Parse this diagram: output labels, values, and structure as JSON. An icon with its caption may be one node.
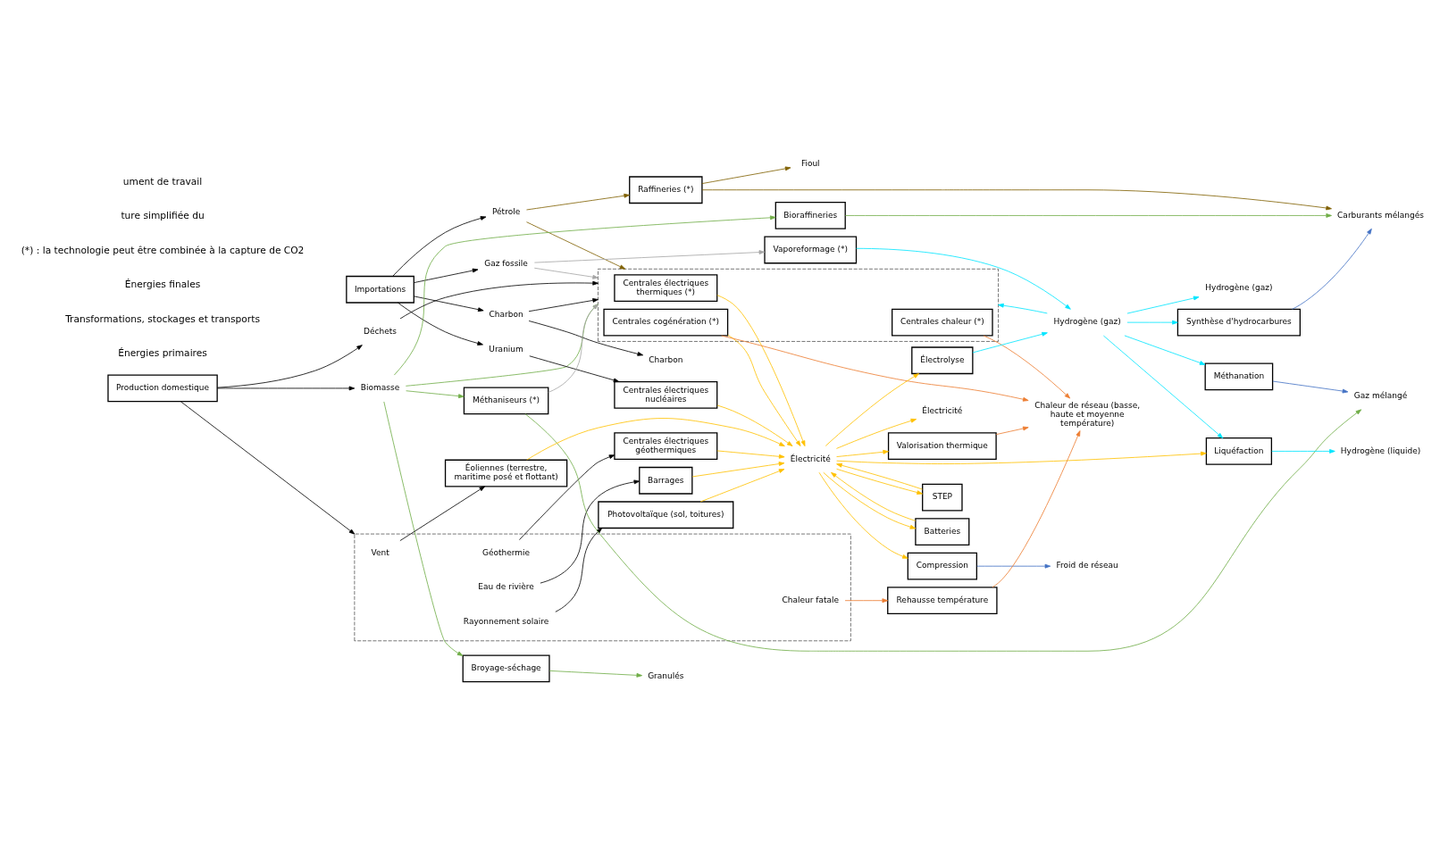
{
  "diagram": {
    "nodes": [
      {
        "text": [
          "Importations"
        ]
      },
      {
        "text": [
          "Production domestique"
        ]
      },
      {
        "text": [
          "Pétrole"
        ]
      },
      {
        "text": [
          "Gaz fossile"
        ]
      },
      {
        "text": [
          "Biomasse"
        ]
      },
      {
        "text": [
          "Charbon"
        ]
      },
      {
        "text": [
          "Déchets"
        ]
      },
      {
        "text": [
          "Uranium"
        ]
      },
      {
        "text": [],
        "shape": "box"
      },
      {
        "text": [
          "Vent"
        ],
        "in": 8
      },
      {
        "text": [
          "Rayonnement solaire"
        ],
        "in": 8
      },
      {
        "text": [
          "Géothermie"
        ],
        "in": 8
      },
      {
        "text": [
          "Eau de rivière"
        ],
        "in": 8
      },
      {
        "text": [
          "Chaleur fatale"
        ],
        "in": 8
      },
      {
        "text": [
          "Raffineries (*)"
        ]
      },
      {
        "text": [
          "Bioraffineries"
        ]
      },
      {
        "text": [
          "Méthaniseurs (*)"
        ]
      },
      {
        "text": [],
        "shape": "box"
      },
      {
        "text": [
          "Centrales électriques thermiques (*)"
        ],
        "in": 17
      },
      {
        "text": [
          "Centrales cogénération (*)"
        ],
        "in": 17
      },
      {
        "text": [
          "Centrales chaleur (*)"
        ],
        "in": 17
      },
      {
        "text": [
          "Centrales électriques nucléaires"
        ]
      },
      {
        "text": [
          "Éoliennes (terrestre, maritime posé et flottant)"
        ]
      },
      {
        "text": [
          "Photovoltaïque (sol, toitures)"
        ]
      },
      {
        "text": [
          "Centrales électriques géothermiques"
        ]
      },
      {
        "text": [
          "Barrages"
        ]
      },
      {
        "text": [
          "Vaporeformage (*)"
        ]
      },
      {
        "text": [
          "Hydrogène (gaz)"
        ]
      },
      {
        "text": [
          "Électrolyse"
        ]
      },
      {
        "text": [
          "Électricité"
        ]
      },
      {
        "text": [
          "STEP"
        ]
      },
      {
        "text": [
          "Batteries"
        ]
      },
      {
        "text": [
          "Synthèse d'hydrocarbures"
        ]
      },
      {
        "text": [
          "Méthanation"
        ]
      },
      {
        "text": [
          "Liquéfaction"
        ]
      },
      {
        "text": [
          "Compression"
        ]
      },
      {
        "text": [
          "Valorisation thermique"
        ]
      },
      {
        "text": [
          "Rehausse température"
        ]
      },
      {
        "text": [
          "Broyage-séchage"
        ]
      },
      {
        "text": [
          "Fioul"
        ]
      },
      {
        "text": [
          "Carburants mélangés"
        ]
      },
      {
        "text": [
          "Gaz mélangé"
        ]
      },
      {
        "text": [
          "Hydrogène (gaz)"
        ]
      },
      {
        "text": [
          "Hydrogène (liquide)"
        ]
      },
      {
        "text": [
          "Électricité"
        ]
      },
      {
        "text": [
          "Froid de réseau"
        ]
      },
      {
        "text": [
          "Chaleur de réseau (basse, haute et moyenne température)"
        ]
      },
      {
        "text": [
          "Charbon"
        ]
      },
      {
        "text": [
          "Granulés"
        ]
      }
    ],
    "edges": [
      {
        "from": 0,
        "to": 2,
        "arrow": "to",
        "color": "#000000"
      },
      {
        "from": 0,
        "to": 3,
        "arrow": "to",
        "color": "#000000"
      },
      {
        "from": 0,
        "to": 5,
        "arrow": "to",
        "color": "#000000"
      },
      {
        "from": 0,
        "to": 7,
        "arrow": "to",
        "color": "#000000"
      },
      {
        "from": 1,
        "to": 4,
        "arrow": "to",
        "color": "#000000"
      },
      {
        "from": 1,
        "to": 6,
        "arrow": "to",
        "color": "#000000"
      },
      {
        "from": 1,
        "to": 8,
        "arrow": "to",
        "color": "#000000"
      },
      {
        "from": 2,
        "to": 14,
        "arrow": "to",
        "color": "#7f6000"
      },
      {
        "from": 2,
        "to": 17,
        "arrow": "to",
        "color": "#7f6000"
      },
      {
        "from": 3,
        "to": 26,
        "arrow": "to",
        "color": "#a6a6a6"
      },
      {
        "from": 3,
        "to": 17,
        "arrow": "to",
        "color": "#a6a6a6"
      },
      {
        "from": 4,
        "to": 15,
        "arrow": "to",
        "color": "#70ad47"
      },
      {
        "from": 4,
        "to": 16,
        "arrow": "to",
        "color": "#70ad47"
      },
      {
        "from": 4,
        "to": 17,
        "arrow": "to",
        "color": "#70ad47"
      },
      {
        "from": 4,
        "to": 38,
        "arrow": "to",
        "color": "#70ad47"
      },
      {
        "from": 5,
        "to": 17,
        "arrow": "to",
        "color": "#000000"
      },
      {
        "from": 5,
        "to": 47,
        "arrow": "to",
        "color": "#000000"
      },
      {
        "from": 6,
        "to": 17,
        "arrow": "to",
        "color": "#000000"
      },
      {
        "from": 7,
        "to": 21,
        "arrow": "to",
        "color": "#000000"
      },
      {
        "from": 9,
        "to": 22,
        "arrow": "to",
        "color": "#000000"
      },
      {
        "from": 10,
        "to": 23,
        "arrow": "to",
        "color": "#000000"
      },
      {
        "from": 11,
        "to": 24,
        "arrow": "to",
        "color": "#000000"
      },
      {
        "from": 12,
        "to": 25,
        "arrow": "to",
        "color": "#000000"
      },
      {
        "from": 13,
        "to": 37,
        "arrow": "to",
        "color": "#ed7d31"
      },
      {
        "from": 14,
        "to": 39,
        "arrow": "to",
        "color": "#7f6000"
      },
      {
        "from": 14,
        "to": 40,
        "arrow": "to",
        "color": "#7f6000"
      },
      {
        "from": 15,
        "to": 40,
        "arrow": "to",
        "color": "#70ad47"
      },
      {
        "from": 16,
        "to": 41,
        "arrow": "to",
        "color": "#70ad47"
      },
      {
        "from": 16,
        "to": 17,
        "arrow": "to",
        "color": "#a6a6a6"
      },
      {
        "from": 33,
        "to": 41,
        "arrow": "to",
        "color": "#4472c4"
      },
      {
        "from": 32,
        "to": 40,
        "arrow": "to",
        "color": "#4472c4"
      },
      {
        "from": 26,
        "to": 27,
        "arrow": "to",
        "color": "#00e5ff"
      },
      {
        "from": 28,
        "to": 27,
        "arrow": "to",
        "color": "#00e5ff"
      },
      {
        "from": 27,
        "to": 17,
        "arrow": "to",
        "color": "#00e5ff"
      },
      {
        "from": 27,
        "to": 32,
        "arrow": "to",
        "color": "#00e5ff"
      },
      {
        "from": 27,
        "to": 33,
        "arrow": "to",
        "color": "#00e5ff"
      },
      {
        "from": 27,
        "to": 42,
        "arrow": "to",
        "color": "#00e5ff"
      },
      {
        "from": 27,
        "to": 34,
        "arrow": "to",
        "color": "#00e5ff"
      },
      {
        "from": 34,
        "to": 43,
        "arrow": "to",
        "color": "#00e5ff"
      },
      {
        "from": 18,
        "to": 29,
        "arrow": "to",
        "color": "#ffc000"
      },
      {
        "from": 19,
        "to": 29,
        "arrow": "to",
        "color": "#ffc000"
      },
      {
        "from": 21,
        "to": 29,
        "arrow": "to",
        "color": "#ffc000"
      },
      {
        "from": 22,
        "to": 29,
        "arrow": "to",
        "color": "#ffc000"
      },
      {
        "from": 23,
        "to": 29,
        "arrow": "to",
        "color": "#ffc000"
      },
      {
        "from": 24,
        "to": 29,
        "arrow": "to",
        "color": "#ffc000"
      },
      {
        "from": 25,
        "to": 29,
        "arrow": "to",
        "color": "#ffc000"
      },
      {
        "from": 19,
        "to": 46,
        "arrow": "to",
        "color": "#ed7d31"
      },
      {
        "from": 20,
        "to": 46,
        "arrow": "to",
        "color": "#ed7d31"
      },
      {
        "from": 29,
        "to": 28,
        "arrow": "to",
        "color": "#ffc000"
      },
      {
        "from": 29,
        "to": 34,
        "arrow": "to",
        "color": "#ffc000"
      },
      {
        "from": 29,
        "to": 44,
        "arrow": "to",
        "color": "#ffc000"
      },
      {
        "from": 29,
        "to": 35,
        "arrow": "to",
        "color": "#ffc000"
      },
      {
        "from": 29,
        "to": 36,
        "arrow": "to",
        "color": "#ffc000"
      },
      {
        "from": 29,
        "to": 30,
        "arrow": "to",
        "color": "#ffc000"
      },
      {
        "from": 29,
        "to": 31,
        "arrow": "to",
        "color": "#ffc000"
      },
      {
        "from": 30,
        "to": 29,
        "arrow": "to",
        "color": "#ffc000"
      },
      {
        "from": 31,
        "to": 29,
        "arrow": "to",
        "color": "#ffc000"
      },
      {
        "from": 35,
        "to": 45,
        "arrow": "to",
        "color": "#4472c4"
      },
      {
        "from": 36,
        "to": 46,
        "arrow": "to",
        "color": "#ed7d31"
      },
      {
        "from": 37,
        "to": 46,
        "arrow": "to",
        "color": "#ed7d31"
      },
      {
        "from": 38,
        "to": 48,
        "arrow": "to",
        "color": "#70ad47"
      }
    ],
    "labels": [
      "Énergies primaires",
      "Transformations, stockages et transports",
      "Énergies finales",
      "(*) : la technologie peut être combinée à la capture de CO2",
      "ture simplifiée du",
      "ument de travail"
    ]
  }
}
